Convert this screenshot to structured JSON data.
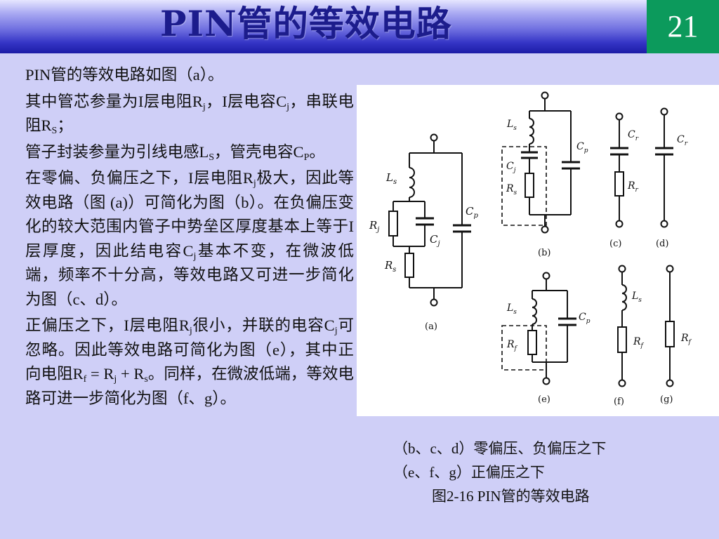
{
  "header": {
    "title": "PIN管的等效电路",
    "slide_number": "21"
  },
  "body": {
    "p1": "PIN管的等效电路如图（a）。",
    "p2a": "其中管芯参量为I层电阻R",
    "p2_sub1": "j",
    "p2b": "，I层电容C",
    "p2_sub2": "j",
    "p2c": "，串联电阻R",
    "p2_sub3": "S",
    "p2d": "；",
    "p3a": "管子封装参量为引线电感L",
    "p3_sub1": "S",
    "p3b": "，管壳电容C",
    "p3_sub2": "P",
    "p3c": "。",
    "p4a": "在零偏、负偏压之下，I层电阻R",
    "p4_sub1": "j",
    "p4b": "极大，因此等效电路（图 (a)）可简化为图（b）。在负偏压变化的较大范围内管子中势垒区厚度基本上等于I层厚度，因此结电容C",
    "p4_sub2": "j",
    "p4c": "基本不变，在微波低端，频率不十分高，等效电路又可进一步简化为图（c、d）。",
    "p5a": "正偏压之下，I层电阻R",
    "p5_sub1": "j",
    "p5b": "很小，并联的电容C",
    "p5_sub2": "j",
    "p5c": "可忽略。因此等效电路可简化为图（e），其中正向电阻R",
    "p5_sub3": "f",
    "p5d": " = R",
    "p5_sub4": "j",
    "p5e": " + R",
    "p5_sub5": "s",
    "p5f": "。同样，在微波低端，等效电路可进一步简化为图（f、g）。"
  },
  "figure": {
    "panel_labels": [
      "(a)",
      "(b)",
      "(c)",
      "(d)",
      "(e)",
      "(f)",
      "(g)"
    ],
    "component_labels": {
      "Ls": "L",
      "Ls_sub": "s",
      "Rj": "R",
      "Rj_sub": "j",
      "Cj": "C",
      "Cj_sub": "j",
      "Rs": "R",
      "Rs_sub": "s",
      "Cp": "C",
      "Cp_sub": "p",
      "Cr": "C",
      "Cr_sub": "r",
      "Rr": "R",
      "Rr_sub": "r",
      "Rf": "R",
      "Rf_sub": "f"
    }
  },
  "caption": {
    "line1": "（b、c、d）零偏压、负偏压之下",
    "line2": "（e、f、g）正偏压之下",
    "line3": "图2-16  PIN管的等效电路"
  }
}
